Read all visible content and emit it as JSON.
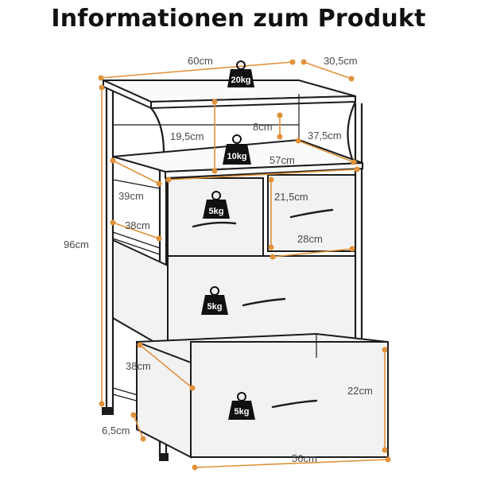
{
  "title": "Informationen zum Produkt",
  "dimensions": {
    "width": "60cm",
    "depth": "30,5cm",
    "height": "96cm",
    "shelf_height": "19,5cm",
    "rail_height": "8cm",
    "shelf_depth": "37,5cm",
    "shelf_width": "57cm",
    "side_depth_upper": "39cm",
    "side_depth_lower": "38cm",
    "small_drawer_height": "21,5cm",
    "small_drawer_width": "28cm",
    "drawer_depth": "38cm",
    "large_drawer_height": "22cm",
    "large_drawer_width": "56cm",
    "foot_height": "6,5cm"
  },
  "weights": {
    "top": "20kg",
    "shelf": "10kg",
    "drawer_left": "5kg",
    "drawer_middle": "5kg",
    "drawer_bottom": "5kg"
  },
  "colors": {
    "dimension_line": "#e0913a",
    "frame": "#1b1b1b",
    "fabric": "#f2f2f2"
  }
}
